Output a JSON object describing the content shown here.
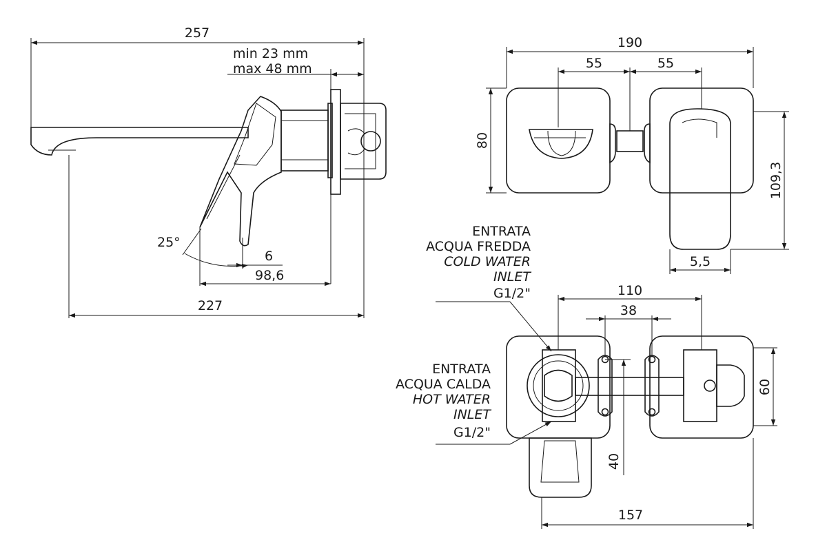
{
  "side_view": {
    "dim_total_length": "257",
    "dim_wall_min": "min 23 mm",
    "dim_wall_max": "max 48 mm",
    "dim_angle": "25°",
    "dim_lever_offset": "6",
    "dim_lever_reach": "98,6",
    "dim_spout_length": "227"
  },
  "front_view": {
    "dim_width": "190",
    "dim_left_axis": "55",
    "dim_right_axis": "55",
    "dim_height": "80",
    "dim_lever_height": "109,3",
    "dim_lever_width": "5,5"
  },
  "body_view": {
    "cold_inlet": [
      "ENTRATA",
      "ACQUA FREDDA",
      "COLD WATER",
      "INLET",
      "G1/2\""
    ],
    "hot_inlet": [
      "ENTRATA",
      "ACQUA CALDA",
      "HOT WATER",
      "INLET",
      "G1/2\""
    ],
    "dim_axis_spacing": "110",
    "dim_fixing_spacing": "38",
    "dim_plate_height": "60",
    "dim_spout_offset": "40",
    "dim_overall_width": "157"
  }
}
